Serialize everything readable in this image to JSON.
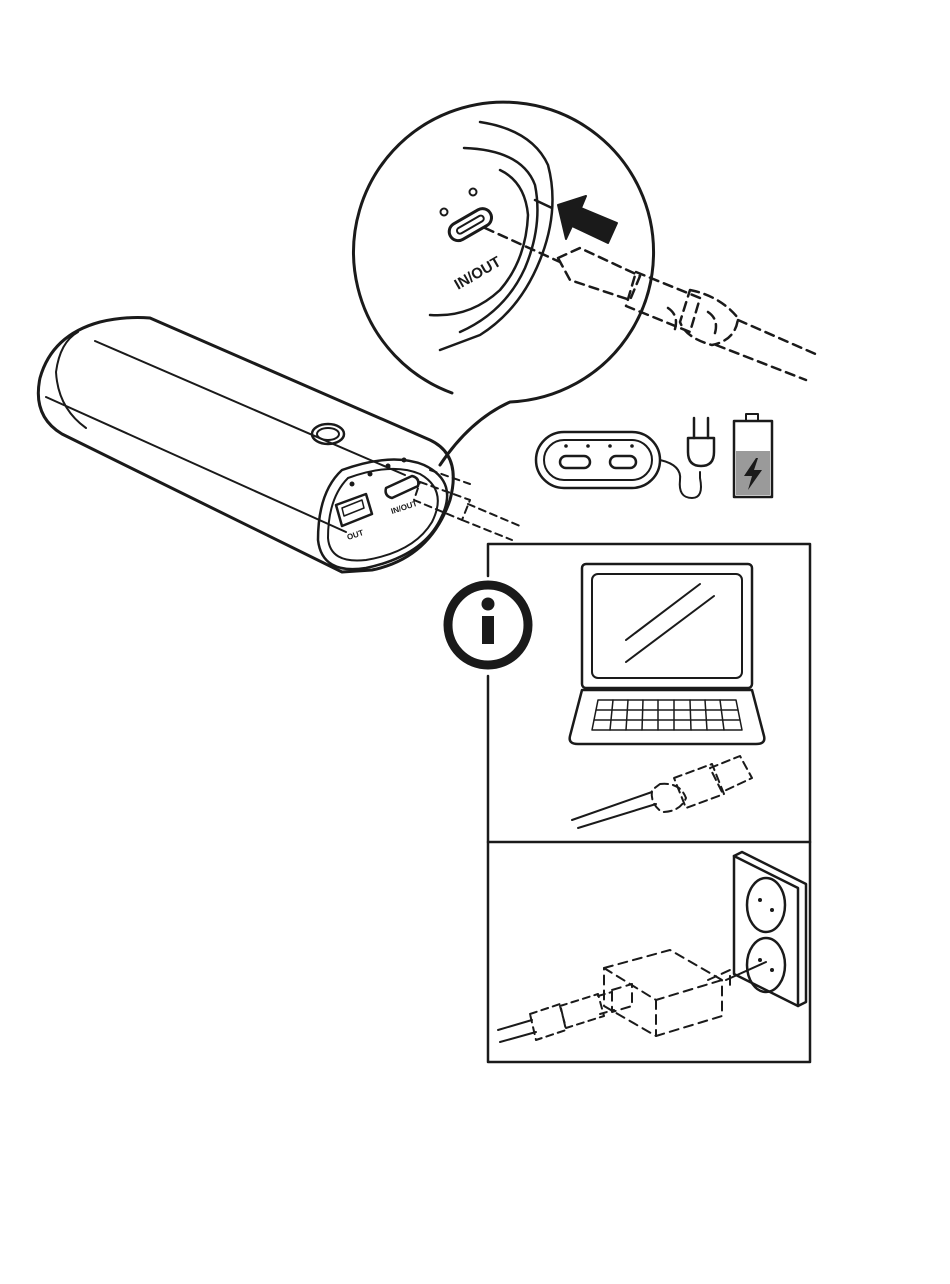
{
  "labels": {
    "zoom_port": "IN/OUT",
    "side_port_in_out": "IN/OUT",
    "side_port_out": "OUT"
  },
  "colors": {
    "ink": "#1a1a1a",
    "paper": "#ffffff",
    "battery_fill": "#9a9a9a"
  },
  "icons": {
    "info": "info-icon",
    "charge_arrow": "arrow-icon",
    "plug": "plug-icon",
    "battery": "battery-charging-icon"
  }
}
